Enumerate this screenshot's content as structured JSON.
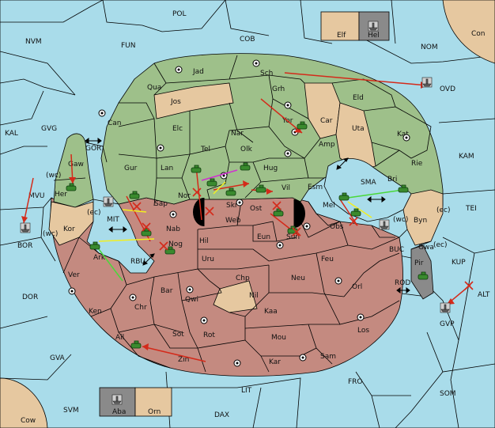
{
  "colors": {
    "sea": "#a9dcea",
    "power_green": "#9ec08a",
    "power_red": "#c48a80",
    "neutral_tan": "#e6c8a0",
    "neutral_gray": "#8a8a8a",
    "units_green": "#3a8a2e",
    "order_move": "#d42a1a",
    "order_support_yellow": "#f2ef20",
    "order_support_green": "#4ad83a",
    "order_support_magenta": "#d030d0"
  },
  "icons": {
    "army": "army-icon",
    "fleet": "fleet-icon",
    "supply_center": "supply-center-icon",
    "dislodged": "dislodged-cross-icon",
    "convoy_link": "double-arrow-icon"
  },
  "labels": {
    "sea": {
      "pol": "POL",
      "nvm": "NVM",
      "fun": "FUN",
      "cob": "COB",
      "nom": "NOM",
      "ovd": "OVD",
      "kal": "KAL",
      "gvg": "GVG",
      "kam": "KAM",
      "gor": "GOR",
      "mvu": "MVU",
      "bor": "BOR",
      "mit": "MIT",
      "rbu": "RBU",
      "sma": "SMA",
      "tei": "TEI",
      "buc": "BUC",
      "kup": "KUP",
      "rod": "ROD",
      "alt": "ALT",
      "gvp": "GVP",
      "dor": "DOR",
      "gva": "GVA",
      "fro": "FRO",
      "som": "SOM",
      "lit": "LIT",
      "svm": "SVM",
      "dax": "DAX"
    },
    "land": {
      "elf": "Elf",
      "hel": "Hel",
      "con": "Con",
      "cow": "Cow",
      "aba": "Aba",
      "orn": "Orn",
      "jad": "Jad",
      "sch": "Sch",
      "qua": "Qua",
      "jos": "Jos",
      "grh": "Grh",
      "eld": "Eld",
      "can": "Can",
      "elc": "Elc",
      "nar": "Nar",
      "yor": "Yor",
      "car": "Car",
      "uta": "Uta",
      "kat": "Kat",
      "tel": "Tel",
      "olk": "Olk",
      "amp": "Amp",
      "gur": "Gur",
      "lan": "Lan",
      "hug": "Hug",
      "rie": "Rie",
      "gaw": "Gaw",
      "her": "Her",
      "nor": "Nor",
      "skr": "Skr",
      "vil": "Vil",
      "esm": "Esm",
      "bri": "Bri",
      "sap": "Sap",
      "ost": "Ost",
      "web": "Web",
      "mel": "Mel",
      "byn": "Byn",
      "kor": "Kor",
      "nab": "Nab",
      "eun": "Eun",
      "sun": "Sun",
      "obs": "Obs",
      "gwa": "Gwa",
      "hil": "Hil",
      "nog": "Nog",
      "ark": "Ark",
      "pir": "Pir",
      "uru": "Uru",
      "feu": "Feu",
      "ver": "Ver",
      "chp": "Chp",
      "neu": "Neu",
      "orl": "Orl",
      "bar": "Bar",
      "qwi": "Qwi",
      "nil": "Nil",
      "ken": "Ken",
      "chr": "Chr",
      "kaa": "Kaa",
      "sot": "Sot",
      "rot": "Rot",
      "mou": "Mou",
      "los": "Los",
      "ail": "Ail",
      "zin": "Zin",
      "kar": "Kar",
      "sam": "Sam"
    },
    "coast": {
      "wc_her": "(wc)",
      "ec_mvu": "(ec)",
      "wc_kor": "(wc)",
      "wc_mel": "(wc)",
      "ec_byn": "(ec)",
      "ec_gwa": "(ec)"
    }
  }
}
